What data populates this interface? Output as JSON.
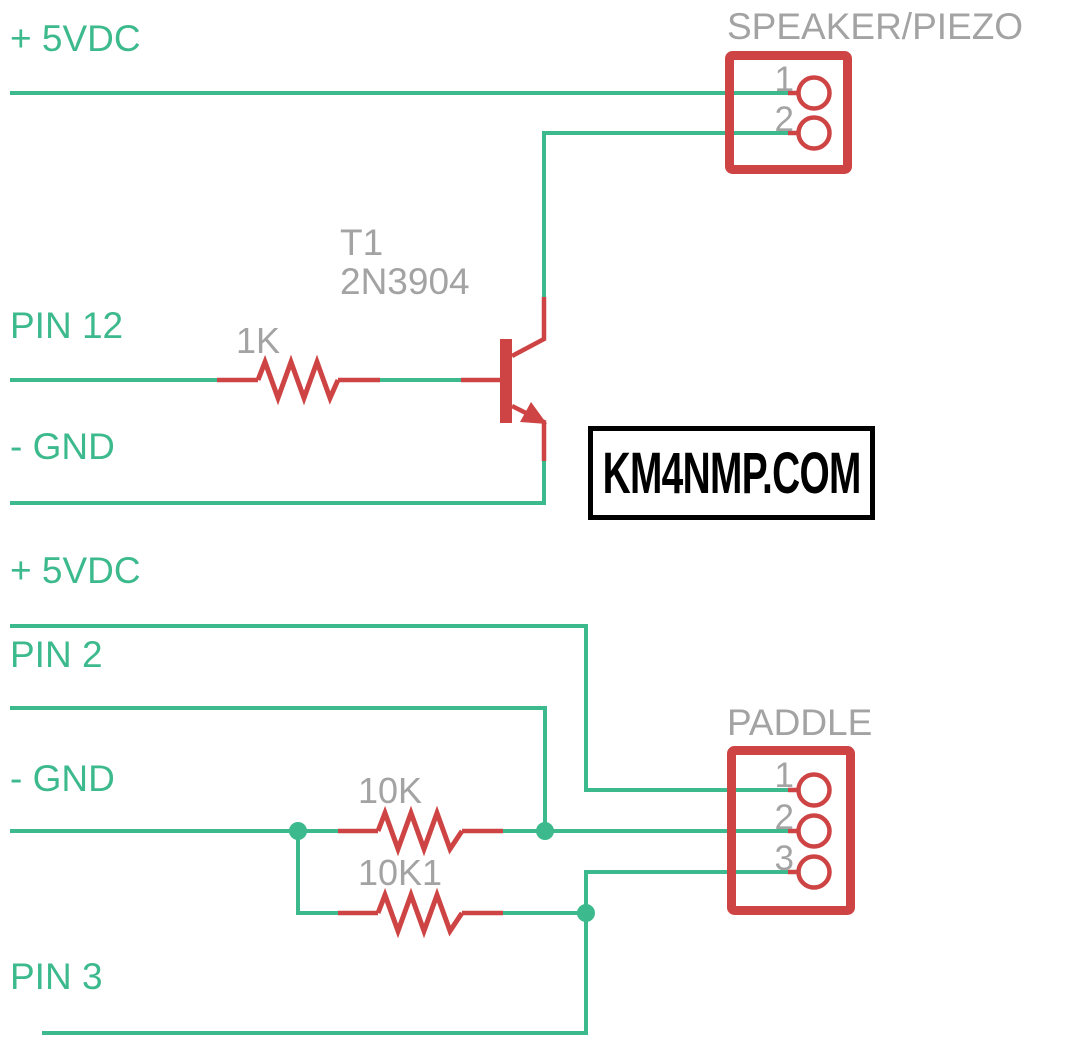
{
  "colors": {
    "wire": "#3dba8d",
    "component": "#ce4444",
    "label_gray": "#a3a3a3",
    "text_black": "#000000",
    "background": "#ffffff"
  },
  "net_labels": {
    "vcc_top": "+ 5VDC",
    "pin12": "PIN 12",
    "gnd_top": "- GND",
    "vcc_bottom": "+ 5VDC",
    "pin2": "PIN 2",
    "gnd_bottom": "- GND",
    "pin3": "PIN 3"
  },
  "components": {
    "speaker": {
      "label": "SPEAKER/PIEZO",
      "pins": [
        "1",
        "2"
      ]
    },
    "paddle": {
      "label": "PADDLE",
      "pins": [
        "1",
        "2",
        "3"
      ]
    },
    "transistor": {
      "designator": "T1",
      "part": "2N3904"
    },
    "resistors": [
      {
        "label": "1K"
      },
      {
        "label": "10K"
      },
      {
        "label": "10K1"
      }
    ]
  },
  "watermark": {
    "text": "KM4NMP.COM"
  }
}
